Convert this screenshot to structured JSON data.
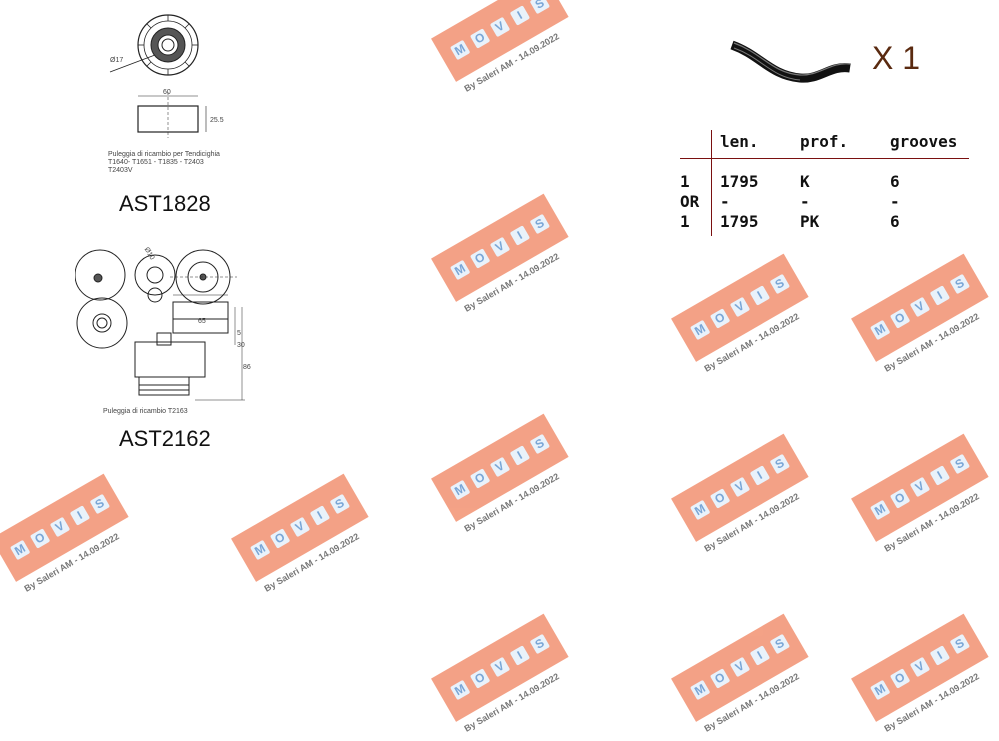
{
  "products": [
    {
      "code": "AST1828",
      "caption": [
        "Puleggia di ricambio per Tendicighia",
        "T1640- T1651 - T1835 - T2403",
        "T2403V"
      ],
      "dims": {
        "diameter": "Ø17",
        "width": "60",
        "height": "25.5"
      }
    },
    {
      "code": "AST2162",
      "caption": [
        "Puleggia di ricambio T2163"
      ],
      "dims": {
        "diameter": "Ø10",
        "width": "65",
        "height_a": "30",
        "height_b": "86",
        "offset": "5"
      }
    }
  ],
  "belt": {
    "quantity_label": "X 1",
    "table": {
      "headers": [
        "",
        "len.",
        "prof.",
        "grooves"
      ],
      "rows": [
        [
          "1",
          "1795",
          "K",
          "6"
        ],
        [
          "OR",
          "-",
          "-",
          "-"
        ],
        [
          "1",
          "1795",
          "PK",
          "6"
        ]
      ]
    },
    "colors": {
      "rule": "#7a1010",
      "qty": "#5a2a10"
    }
  },
  "watermark": {
    "letters": [
      "M",
      "O",
      "V",
      "I",
      "S"
    ],
    "signature": "By Saleri AM - 14.09.2022",
    "band_color": "#f39a7c"
  }
}
